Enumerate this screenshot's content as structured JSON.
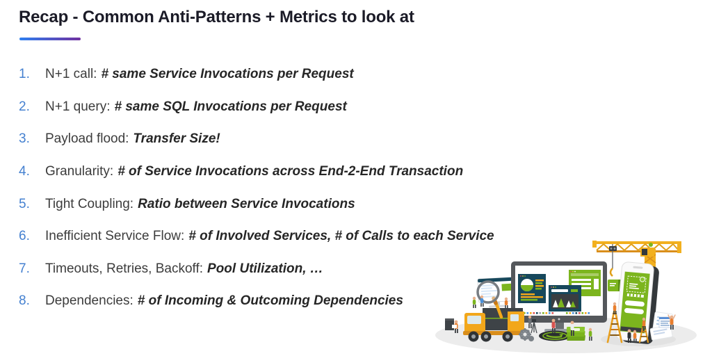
{
  "slide": {
    "title": "Recap - Common Anti-Patterns + Metrics to look at",
    "items": [
      {
        "num": "1.",
        "label": "N+1 call:",
        "metric": "# same Service Invocations per Request"
      },
      {
        "num": "2.",
        "label": "N+1 query:",
        "metric": "# same SQL Invocations per Request"
      },
      {
        "num": "3.",
        "label": "Payload flood:",
        "metric": "Transfer Size!"
      },
      {
        "num": "4.",
        "label": "Granularity:",
        "metric": "# of Service Invocations across End-2-End Transaction"
      },
      {
        "num": "5.",
        "label": "Tight Coupling:",
        "metric": "Ratio between Service Invocations"
      },
      {
        "num": "6.",
        "label": "Inefficient Service Flow:",
        "metric": "# of Involved Services, # of Calls to each Service"
      },
      {
        "num": "7.",
        "label": "Timeouts, Retries, Backoff:",
        "metric": "Pool Utilization, …"
      },
      {
        "num": "8.",
        "label": "Dependencies:",
        "metric": "# of Incoming & Outcoming Dependencies"
      }
    ],
    "colors": {
      "number_blue": "#4480d0",
      "underline_gradient_start": "#2d7ff0",
      "underline_gradient_end": "#7030a0",
      "text_dark": "#3c3c3c",
      "illustration_green": "#7cb51e",
      "illustration_yellow": "#f2a71b",
      "illustration_teal": "#17485c"
    },
    "illustration_elements": [
      "dump-truck-icon",
      "magnifying-glass-icon",
      "code-screen-icon",
      "desktop-dashboard-icon",
      "pie-chart-window-icon",
      "bar-chart-window-icon",
      "browser-window-icon",
      "target-arrow-icon",
      "money-stack-icon",
      "tower-crane-icon",
      "smartphone-app-icon",
      "ladder-icon",
      "documents-icon",
      "worker-figures-icon"
    ]
  }
}
